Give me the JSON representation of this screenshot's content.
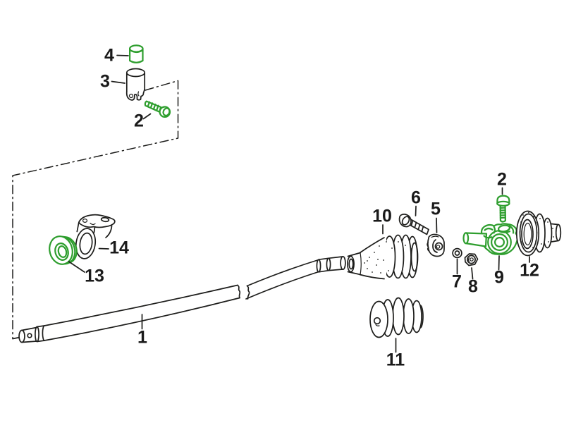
{
  "diagram": {
    "kind": "exploded-parts-diagram",
    "callouts": [
      {
        "label": "1"
      },
      {
        "label": "2"
      },
      {
        "label": "2"
      },
      {
        "label": "3"
      },
      {
        "label": "4"
      },
      {
        "label": "5"
      },
      {
        "label": "6"
      },
      {
        "label": "7"
      },
      {
        "label": "8"
      },
      {
        "label": "9"
      },
      {
        "label": "10"
      },
      {
        "label": "11"
      },
      {
        "label": "12"
      },
      {
        "label": "13"
      },
      {
        "label": "14"
      }
    ],
    "highlighted_parts": [
      "2",
      "4",
      "9",
      "13"
    ]
  },
  "colors": {
    "line": "#1d1d1b",
    "highlight": "#2e9e2e",
    "label": "#1a1a1a",
    "background": "#ffffff"
  }
}
